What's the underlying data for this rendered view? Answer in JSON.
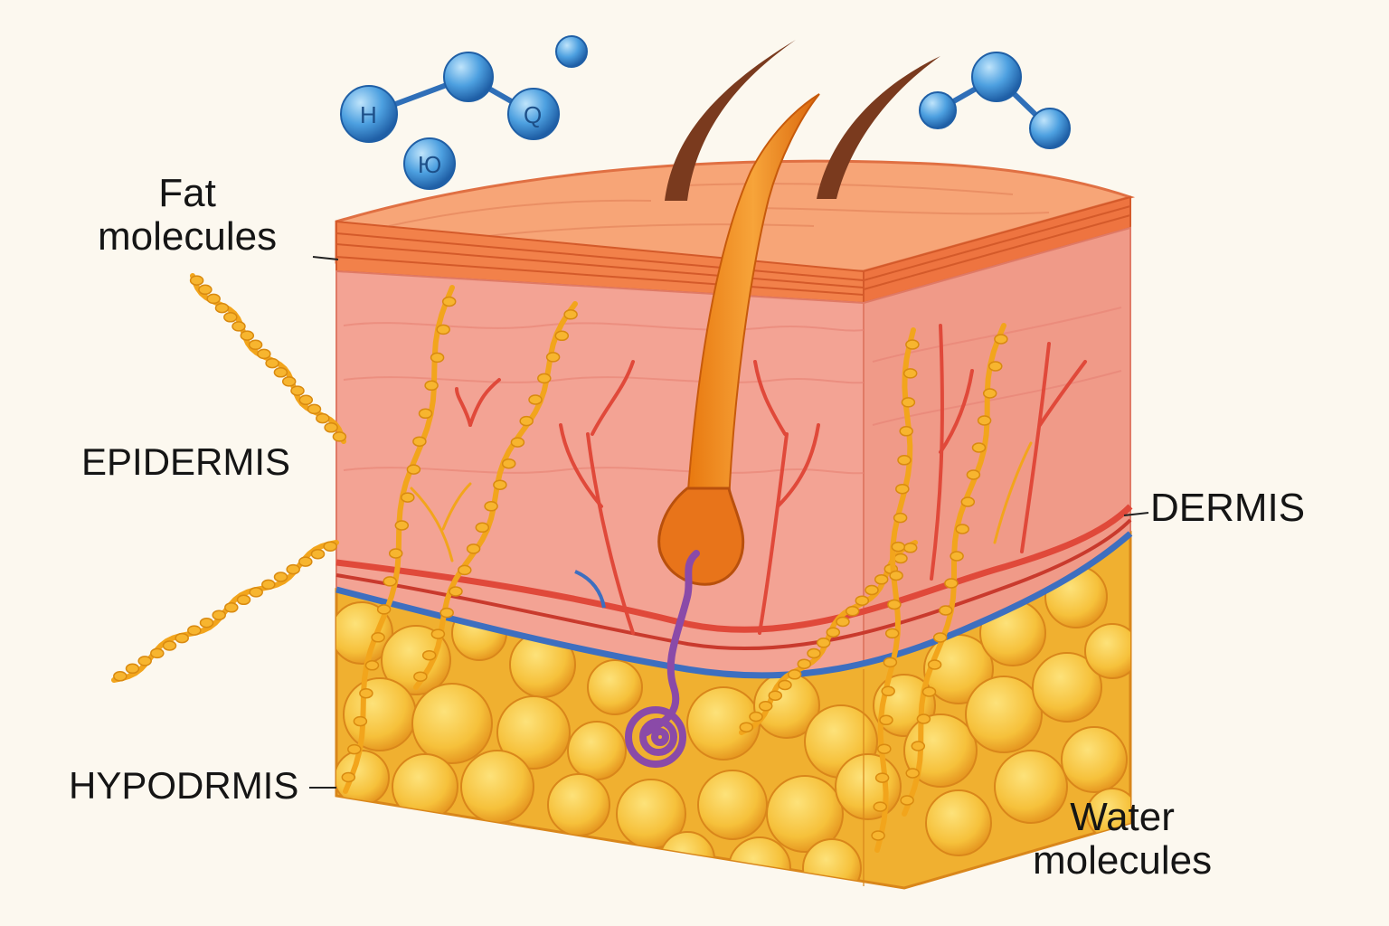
{
  "labels": {
    "fat_line1": "Fat",
    "fat_line2": "molecules",
    "epidermis": "EPIDERMIS",
    "dermis": "DERMIS",
    "hypodermis": "HYPODRMIS",
    "water_line1": "Water",
    "water_line2": "molecules"
  },
  "molecule_letters": [
    "H",
    "Q",
    "Ю"
  ],
  "colors": {
    "background": "#fcf8ef",
    "epidermis": "#f2814a",
    "dermis": "#f3a394",
    "hypodermis": "#f6c13b",
    "vein": "#3d6fc0",
    "artery": "#e0493a",
    "nerve": "#f2a51c",
    "hair": "#7a3a1e",
    "gland": "#8a4aa8",
    "water_molecule": "#3d92d6"
  }
}
